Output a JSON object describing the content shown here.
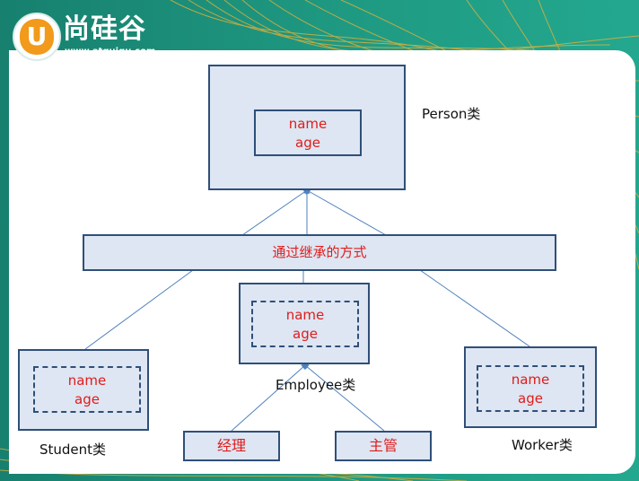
{
  "logo": {
    "mark": "U",
    "name": "尚硅谷",
    "url": "www.atguigu.com"
  },
  "person": {
    "label": "Person类",
    "fields": [
      "name",
      "age"
    ]
  },
  "inheritance": {
    "label": "通过继承的方式"
  },
  "student": {
    "label": "Student类",
    "fields": [
      "name",
      "age"
    ]
  },
  "employee": {
    "label": "Employee类",
    "fields": [
      "name",
      "age"
    ]
  },
  "worker": {
    "label": "Worker类",
    "fields": [
      "name",
      "age"
    ]
  },
  "subclasses": {
    "manager": "经理",
    "supervisor": "主管"
  },
  "colors": {
    "box_fill": "#dde6f2",
    "box_border": "#2f4f79",
    "field_text": "#e01c1c",
    "connector": "#4f81bd",
    "frame": "#1f8f7c",
    "accent": "#f29a1b"
  }
}
